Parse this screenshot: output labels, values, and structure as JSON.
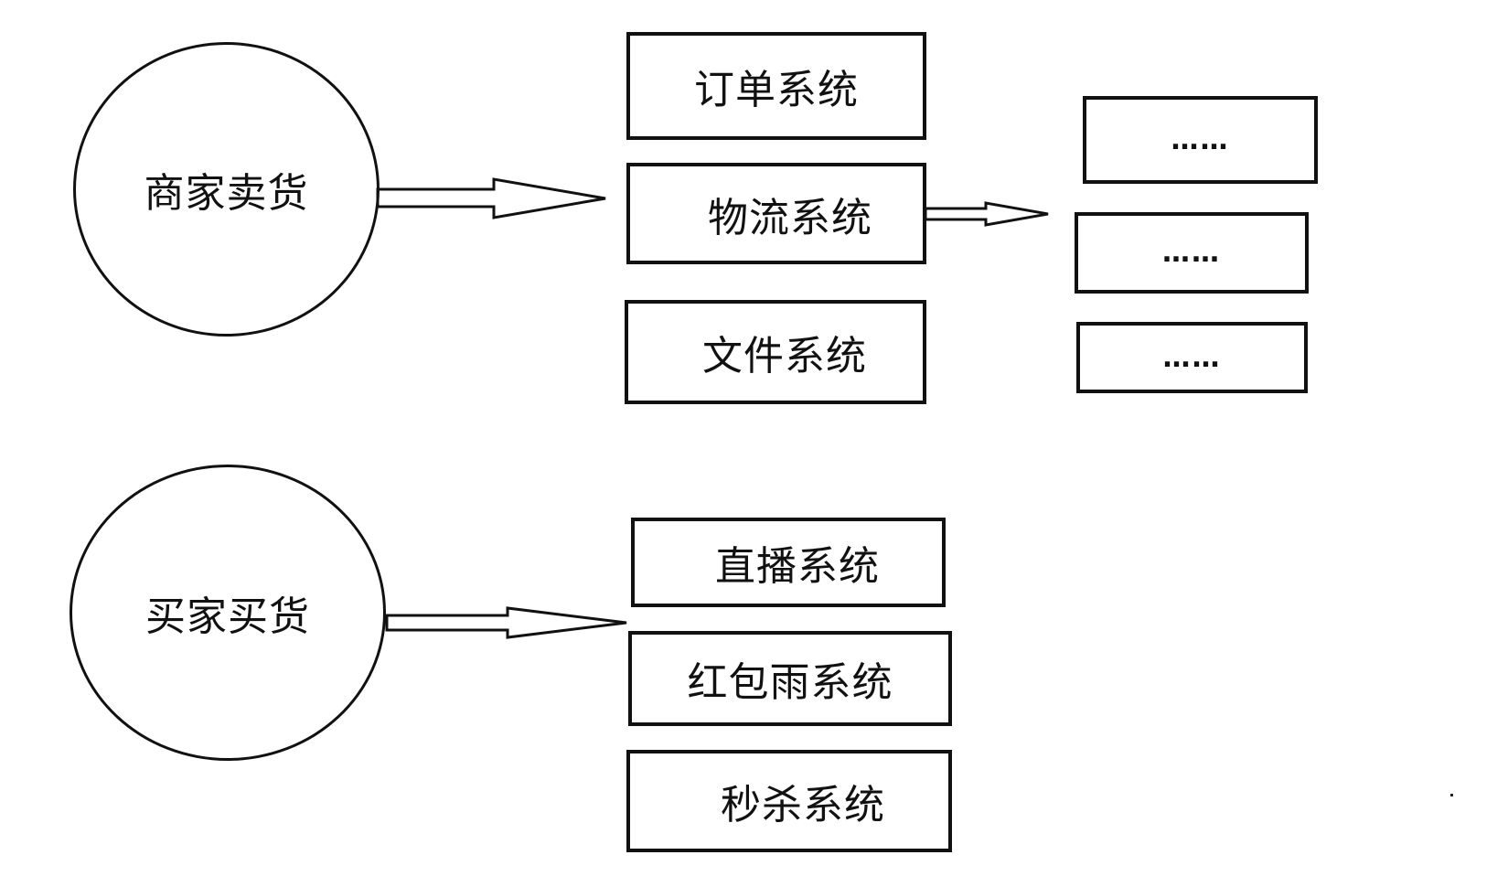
{
  "diagram": {
    "actors": {
      "seller": "商家卖货",
      "buyer": "买家买货"
    },
    "seller_systems": {
      "order": "订单系统",
      "logistics": "物流系统",
      "file": "文件系统"
    },
    "buyer_systems": {
      "live": "直播系统",
      "red_packet": "红包雨系统",
      "flash_sale": "秒杀系统"
    },
    "logistics_subsystems": [
      "……",
      "……",
      "……"
    ],
    "colors": {
      "stroke": "#111111",
      "background": "#ffffff"
    }
  }
}
